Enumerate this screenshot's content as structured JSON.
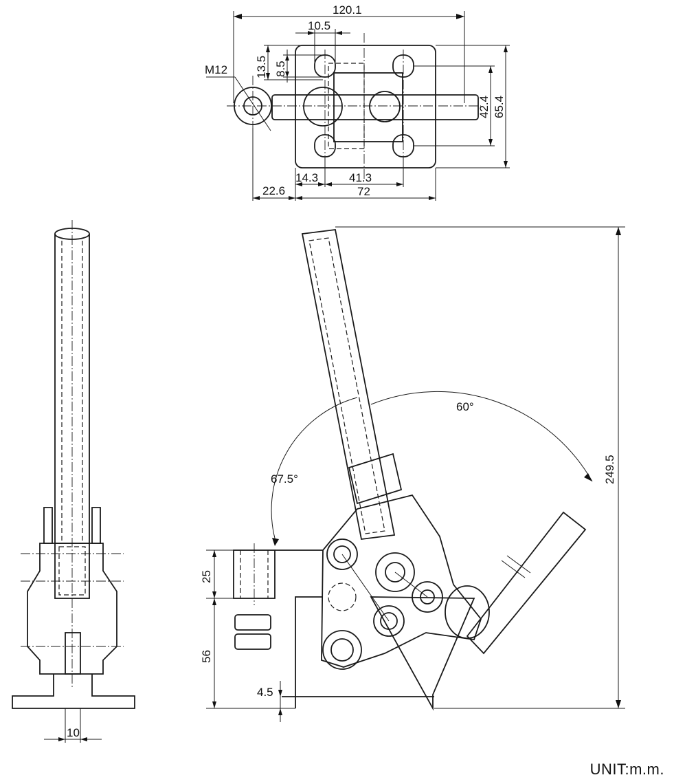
{
  "dimensions": {
    "top_width": "120.1",
    "slot_width": "10.5",
    "slot_pitch_v": "13.5",
    "slot_height": "8.5",
    "thread": "M12",
    "hole_spacing_v": "42.4",
    "plate_height": "65.4",
    "offset_left": "22.6",
    "offset_hole": "14.3",
    "hole_spacing_h": "41.3",
    "plate_width": "72",
    "angle_open": "60°",
    "angle_handle": "67.5°",
    "total_height": "249.5",
    "spindle_height": "25",
    "spindle_base": "56",
    "base_thickness": "4.5",
    "side_width": "10"
  },
  "unit": "UNIT:m.m.",
  "colors": {
    "ink": "#1a1a1a",
    "paper": "#ffffff"
  }
}
